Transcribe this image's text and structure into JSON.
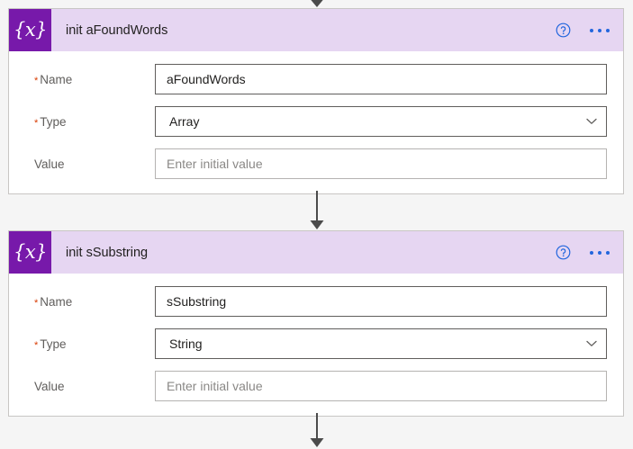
{
  "canvas": {
    "background_color": "#f5f5f5",
    "accent_color": "#7719aa",
    "header_color": "#e6d6f2",
    "link_color": "#2266dd",
    "required_color": "#d83b01"
  },
  "connectors": [
    {
      "name": "connector-top",
      "label": ""
    },
    {
      "name": "connector-middle",
      "label": ""
    },
    {
      "name": "connector-bottom",
      "label": ""
    }
  ],
  "cards": [
    {
      "id": "init-afoundwords",
      "title": "init aFoundWords",
      "icon": "variable-braces-icon",
      "icon_glyph": "{x}",
      "help_icon": "help-circle-icon",
      "more_icon": "more-ellipsis-icon",
      "fields": {
        "name": {
          "label": "Name",
          "required": true,
          "required_marker": "*",
          "value": "aFoundWords",
          "placeholder": ""
        },
        "type": {
          "label": "Type",
          "required": true,
          "required_marker": "*",
          "value": "Array",
          "chevron": "chevron-down-icon"
        },
        "value": {
          "label": "Value",
          "required": false,
          "required_marker": "",
          "value": "",
          "placeholder": "Enter initial value"
        }
      }
    },
    {
      "id": "init-ssubstring",
      "title": "init sSubstring",
      "icon": "variable-braces-icon",
      "icon_glyph": "{x}",
      "help_icon": "help-circle-icon",
      "more_icon": "more-ellipsis-icon",
      "fields": {
        "name": {
          "label": "Name",
          "required": true,
          "required_marker": "*",
          "value": "sSubstring",
          "placeholder": ""
        },
        "type": {
          "label": "Type",
          "required": true,
          "required_marker": "*",
          "value": "String",
          "chevron": "chevron-down-icon"
        },
        "value": {
          "label": "Value",
          "required": false,
          "required_marker": "",
          "value": "",
          "placeholder": "Enter initial value"
        }
      }
    }
  ]
}
